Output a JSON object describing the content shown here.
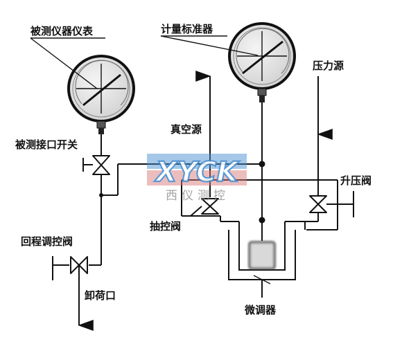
{
  "labels": {
    "gauge_under_test": "被测仪器仪表",
    "standard_gauge": "计量标准器",
    "pressure_source": "压力源",
    "vacuum_source": "真空源",
    "test_port_switch": "被测接口开关",
    "boost_valve": "升压阀",
    "extraction_valve": "抽控阀",
    "return_control_valve": "回程调控阀",
    "unload_port": "卸荷口",
    "fine_adjuster": "微调器"
  },
  "watermark": {
    "logo": "XYCK",
    "text": "西仪测控",
    "colors": {
      "blue": "#4a8fd0",
      "red": "#d87878",
      "gray": "#9a9a9a"
    }
  },
  "colors": {
    "line": "#111111",
    "gauge_face": "#e4e4e4",
    "piston": "#d9d9d9"
  }
}
